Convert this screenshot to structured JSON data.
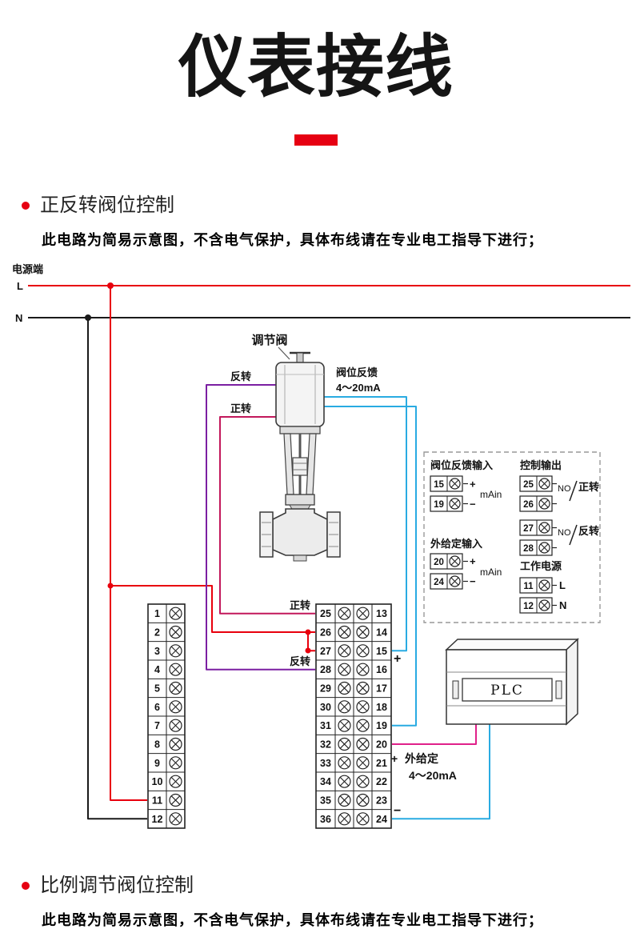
{
  "title": "仪表接线",
  "sections": {
    "top": {
      "heading": "正反转阀位控制",
      "note": "此电路为简易示意图，不含电气保护，具体布线请在专业电工指导下进行；"
    },
    "bottom": {
      "heading": "比例调节阀位控制",
      "note": "此电路为简易示意图，不含电气保护，具体布线请在专业电工指导下进行；"
    }
  },
  "power": {
    "label": "电源端",
    "l": "L",
    "n": "N"
  },
  "valve": {
    "label": "调节阀",
    "reverse": "反转",
    "forward": "正转",
    "feedback_line1": "阀位反馈",
    "feedback_line2": "4～20mA"
  },
  "labels": {
    "forward": "正转",
    "reverse": "反转",
    "fb_plus": "+",
    "sp_plus": "+",
    "setpoint": "外给定",
    "sp_range": "4～20mA",
    "sp_minus": "−"
  },
  "plc": {
    "label": "PLC"
  },
  "blocks": {
    "left": [
      "1",
      "2",
      "3",
      "4",
      "5",
      "6",
      "7",
      "8",
      "9",
      "10",
      "11",
      "12"
    ],
    "mid_left": [
      "25",
      "26",
      "27",
      "28",
      "29",
      "30",
      "31",
      "32",
      "33",
      "34",
      "35",
      "36"
    ],
    "mid_right": [
      "13",
      "14",
      "15",
      "16",
      "17",
      "18",
      "19",
      "20",
      "21",
      "22",
      "23",
      "24"
    ]
  },
  "detail": {
    "feedback": {
      "title": "阀位反馈输入",
      "unit": "mAin",
      "terminals": [
        {
          "n": "15",
          "sign": "+"
        },
        {
          "n": "19",
          "sign": "−"
        }
      ]
    },
    "control": {
      "title": "控制输出",
      "pairs": [
        {
          "a": "25",
          "b": "26",
          "contact": "NO",
          "label": "正转"
        },
        {
          "a": "27",
          "b": "28",
          "contact": "NO",
          "label": "反转"
        }
      ]
    },
    "setpoint": {
      "title": "外给定输入",
      "unit": "mAin",
      "terminals": [
        {
          "n": "20",
          "sign": "+"
        },
        {
          "n": "24",
          "sign": "−"
        }
      ]
    },
    "supply": {
      "title": "工作电源",
      "terminals": [
        {
          "n": "11",
          "sign": "L"
        },
        {
          "n": "12",
          "sign": "N"
        }
      ]
    }
  },
  "colors": {
    "accent_red": "#e60012",
    "wire_red": "#e8000d",
    "wire_black": "#1a1a1a",
    "wire_purple": "#7b1fa2",
    "wire_crimson": "#c2185b",
    "wire_magenta": "#e0218a",
    "wire_cyan": "#29abe2"
  }
}
